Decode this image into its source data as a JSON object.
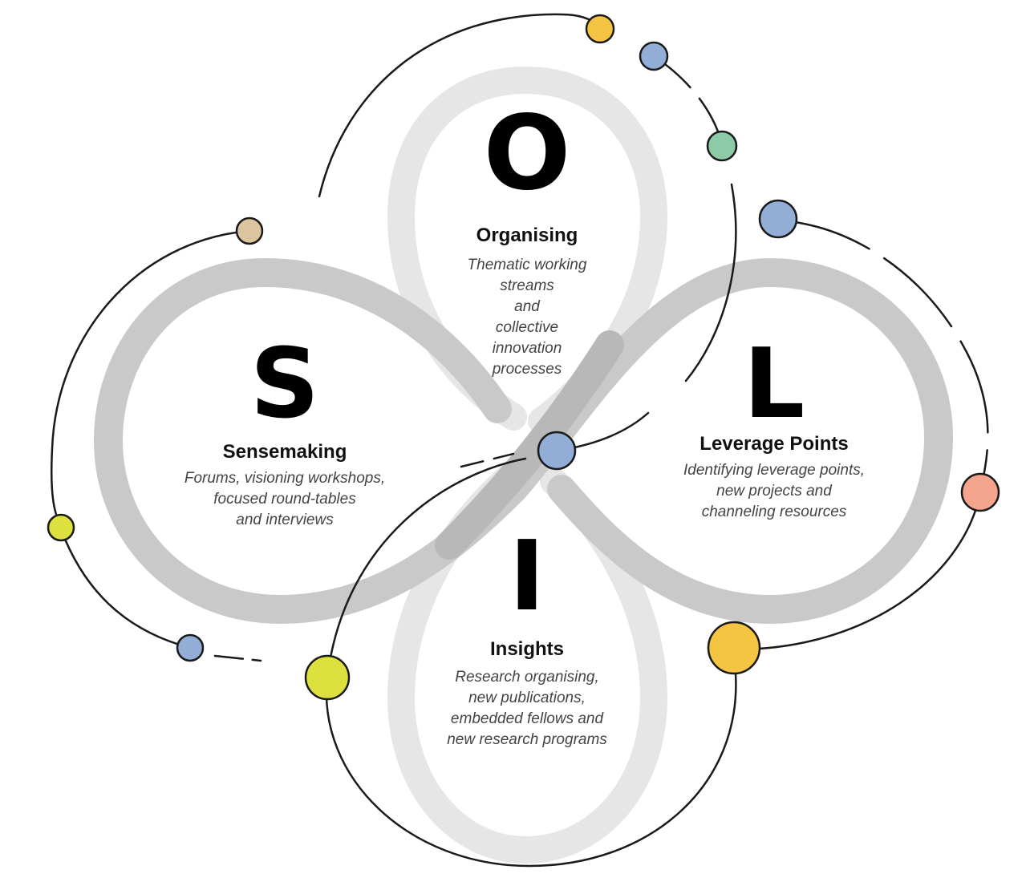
{
  "quadrants": {
    "organising": {
      "letter": "O",
      "title": "Organising",
      "description": "Thematic working\nstreams\nand\ncollective\ninnovation\nprocesses"
    },
    "sensemaking": {
      "letter": "S",
      "title": "Sensemaking",
      "description": "Forums, visioning workshops,\nfocused round-tables\nand interviews"
    },
    "leverage": {
      "letter": "L",
      "title": "Leverage Points",
      "description": "Identifying leverage points,\nnew projects and\nchanneling resources"
    },
    "insights": {
      "letter": "I",
      "title": "Insights",
      "description": "Research organising,\nnew publications,\nembedded fellows and\nnew research programs"
    }
  },
  "colors": {
    "loop_band": "#c9c9c9",
    "loop_band_light": "#e6e6e6",
    "orbit_line": "#1a1a1a",
    "yellow": "#f4c542",
    "blue": "#93aed6",
    "green": "#8ccaa8",
    "tan": "#dcc49f",
    "lime": "#dde03e",
    "salmon": "#f5a58e"
  }
}
